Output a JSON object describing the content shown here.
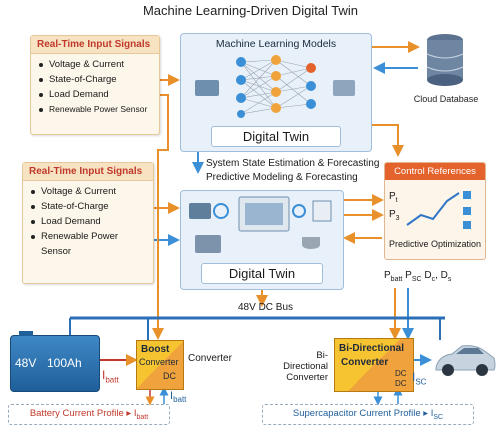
{
  "title": "Machine Learning-Driven Digital Twin",
  "input_panel_top": {
    "header": "Real-Time Input Signals",
    "items": [
      "Voltage & Current",
      "State-of-Charge",
      "Load Demand",
      "Renewable Power Sensor"
    ]
  },
  "input_panel_bottom": {
    "header": "Real-Time Input Signals",
    "items": [
      "Voltage & Current",
      "State-of-Charge",
      "Load Demand",
      "Renewable Power",
      "Sensor"
    ]
  },
  "ml_models": {
    "title": "Machine Learning Models",
    "twin_label": "Digital Twin"
  },
  "lower_twin": {
    "twin_label": "Digital Twin"
  },
  "estimation": {
    "line1": "System State Estimation & Forecasting",
    "line2": "Predictive Modeling & Forecasting"
  },
  "cloud": {
    "label": "Cloud Database"
  },
  "control": {
    "header": "Control References",
    "p1": "P",
    "p1_sub": "t",
    "p2": "P",
    "p2_sub": "3",
    "footer": "Predictive Optimization"
  },
  "control_outputs": {
    "pbatt": "P",
    "pbatt_sub": "batt",
    "psc": "P",
    "psc_sub": "SC",
    "dc": "D",
    "dc_sub": "c",
    "ds": "D",
    "ds_sub": "s"
  },
  "bus": {
    "label": "48V DC Bus"
  },
  "battery": {
    "voltage": "48V",
    "capacity": "100Ah"
  },
  "ibatt_left": {
    "main": "I",
    "sub": "batt"
  },
  "boost": {
    "line1": "Boost",
    "line2": "Converter",
    "line3": "DC"
  },
  "boost_caption": "Converter",
  "ibatt_under": {
    "main": "I",
    "sub": "batt"
  },
  "bidir": {
    "line1": "Bi-Directional",
    "line2": "Converter",
    "dc1": "DC",
    "dc2": "DC"
  },
  "bidir_caption": {
    "line1": "Bi-Directional",
    "line2": "Converter"
  },
  "isc": {
    "main": "I",
    "sub": "SC"
  },
  "profile_battery": {
    "text": "Battery Current Profile ▸ I",
    "sub": "batt"
  },
  "profile_sc": {
    "text": "Supercapacitor Current Profile ▸ I",
    "sub": "SC"
  },
  "colors": {
    "orange": "#e4622b",
    "blue": "#2f77c6",
    "yellow": "#f7c431",
    "navy": "#1f5f9a"
  }
}
